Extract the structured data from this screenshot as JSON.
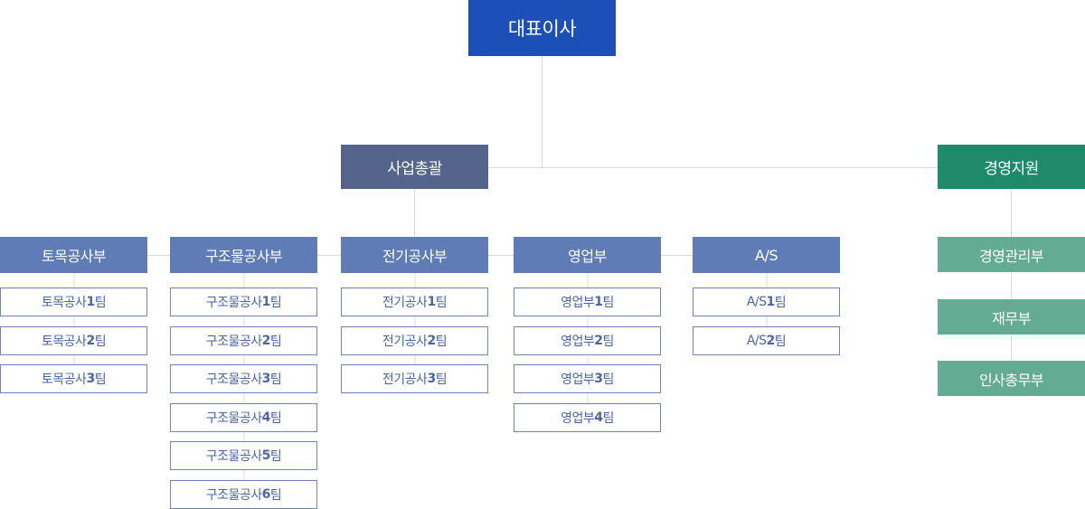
{
  "org": {
    "ceo": "대표이사",
    "general_manager": "사업총괄",
    "support": "경영지원",
    "departments": [
      {
        "name": "토목공사부",
        "teams": [
          "토목공사1팀",
          "토목공사2팀",
          "토목공사3팀"
        ]
      },
      {
        "name": "구조물공사부",
        "teams": [
          "구조물공사1팀",
          "구조물공사2팀",
          "구조물공사3팀",
          "구조물공사4팀",
          "구조물공사5팀",
          "구조물공사6팀"
        ]
      },
      {
        "name": "전기공사부",
        "teams": [
          "전기공사1팀",
          "전기공사2팀",
          "전기공사3팀"
        ]
      },
      {
        "name": "영업부",
        "teams": [
          "영업부1팀",
          "영업부2팀",
          "영업부3팀",
          "영업부4팀"
        ]
      },
      {
        "name": "A/S",
        "teams": [
          "A/S1팀",
          "A/S2팀"
        ]
      }
    ],
    "support_departments": [
      "경영관리부",
      "재무부",
      "인사총무부"
    ]
  },
  "colors": {
    "ceo": "#1c4fb8",
    "general_manager": "#54648a",
    "support": "#1e8a6a",
    "department": "#5f7cb7",
    "team_border": "#6f86b8",
    "team_text": "#4a65a6",
    "support_department": "#63ab92",
    "connector": "#d5d9e2"
  }
}
